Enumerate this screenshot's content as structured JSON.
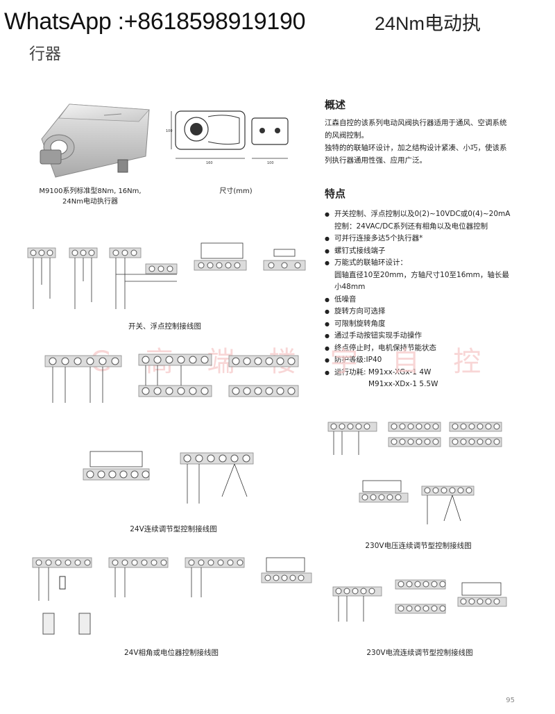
{
  "header": {
    "whatsapp": "WhatsApp :+8618598919190",
    "title_line1": "24Nm电动执",
    "title_line2": "行器"
  },
  "product": {
    "caption_line1": "M9100系列标准型8Nm, 16Nm,",
    "caption_line2": "24Nm电动执行器"
  },
  "dimensions": {
    "caption": "尺寸(mm)"
  },
  "overview": {
    "heading": "概述",
    "p1": "江森自控的该系列电动风阀执行器适用于通风、空调系统的风阀控制。",
    "p2": "独特的的联轴环设计，加之结构设计紧凑、小巧，使该系列执行器通用性强、应用广泛。"
  },
  "features": {
    "heading": "特点",
    "items": [
      "开关控制、浮点控制以及0(2)~10VDC或0(4)~20mA控制：24VAC/DC系列还有相角以及电位器控制",
      "可并行连接多达5个执行器*",
      "螺钉式接线端子",
      "万能式的联轴环设计：",
      "低噪音",
      "旋转方向可选择",
      "可限制旋转角度",
      "通过手动按钮实现手动操作",
      "终点停止时，电机保持节能状态",
      "防护等级:IP40",
      "运行功耗: M91xx-XGx-1 4W"
    ],
    "coupling_detail": "圆轴直径10至20mm，方轴尺寸10至16mm，轴长最小48mm",
    "power_line2": "M91xx-XDx-1 5.5W"
  },
  "wiring": {
    "switch_float": "开关、浮点控制接线图",
    "modulating_24v": "24V连续调节型控制接线图",
    "phase_pot_24v": "24V相角或电位器控制接线图",
    "voltage_230v": "230V电压连续调节型控制接线图",
    "current_230v": "230V电流连续调节型控制接线图"
  },
  "watermark": "G 高 端 楼 宇 自 控",
  "page_number": "95"
}
